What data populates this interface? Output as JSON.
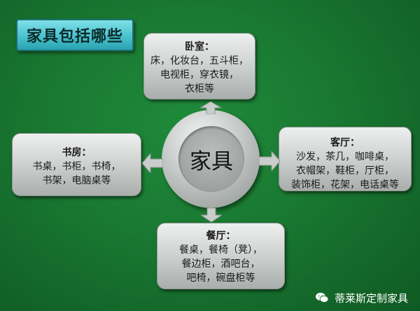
{
  "title": "家具包括哪些",
  "center": "家具",
  "nodes": {
    "top": {
      "heading": "卧室：",
      "lines": [
        "床，化妆台，五斗柜，",
        "电视柜，穿衣镜，",
        "衣柜等"
      ]
    },
    "left": {
      "heading": "书房：",
      "lines": [
        "书桌，书柜，书椅，",
        "书架，电脑桌等"
      ]
    },
    "right": {
      "heading": "客厅：",
      "lines": [
        "沙发，茶几，咖啡桌，",
        "衣帽架，鞋柜，厅柜，",
        "装饰柜，花架，电话桌等"
      ]
    },
    "bottom": {
      "heading": "餐厅：",
      "lines": [
        "餐桌，餐椅（凳），",
        "餐边柜，酒吧台，",
        "吧椅，碗盘柜等"
      ]
    }
  },
  "footer": {
    "text": "蒂莱斯定制家具",
    "icon": "wechat-icon"
  },
  "colors": {
    "background": "#1a7a32",
    "title_bg": "#46bfcb",
    "box_bg": "#c9cdcb"
  }
}
